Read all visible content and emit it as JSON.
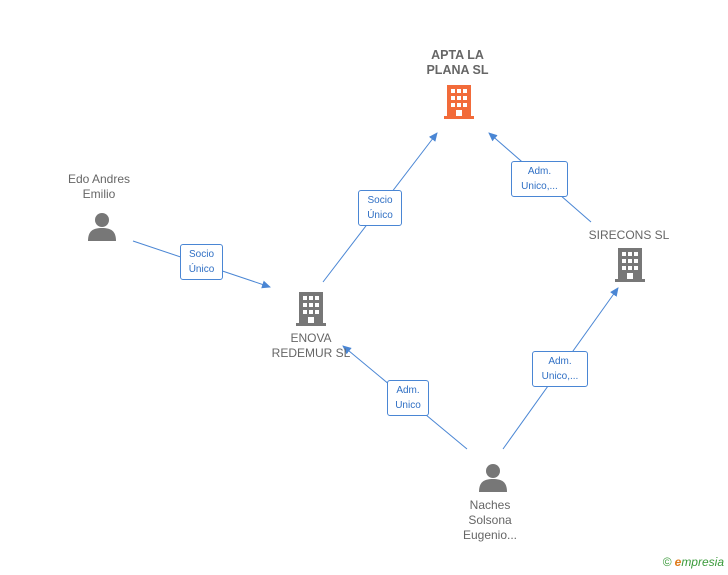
{
  "nodes": {
    "apta": {
      "label": "APTA LA\nPLANA  SL",
      "type": "company",
      "color": "#f26b3a"
    },
    "edo": {
      "label": "Edo Andres\nEmilio",
      "type": "person",
      "color": "#777777"
    },
    "sirecons": {
      "label": "SIRECONS  SL",
      "type": "company",
      "color": "#777777"
    },
    "enova": {
      "label": "ENOVA\nREDEMUR  SL",
      "type": "company",
      "color": "#777777"
    },
    "naches": {
      "label": "Naches\nSolsona\nEugenio...",
      "type": "person",
      "color": "#777777"
    }
  },
  "edges": {
    "edo_enova": "Socio\nÚnico",
    "enova_apta": "Socio\nÚnico",
    "sirecons_apta": "Adm.\nUnico,...",
    "naches_enova": "Adm.\nUnico",
    "naches_sirecons": "Adm.\nUnico,..."
  },
  "footer": {
    "copyright": "©",
    "brand_initial": "e",
    "brand_rest": "mpresia"
  },
  "colors": {
    "edge": "#4a86d4",
    "highlight": "#f26b3a",
    "node": "#777777"
  }
}
